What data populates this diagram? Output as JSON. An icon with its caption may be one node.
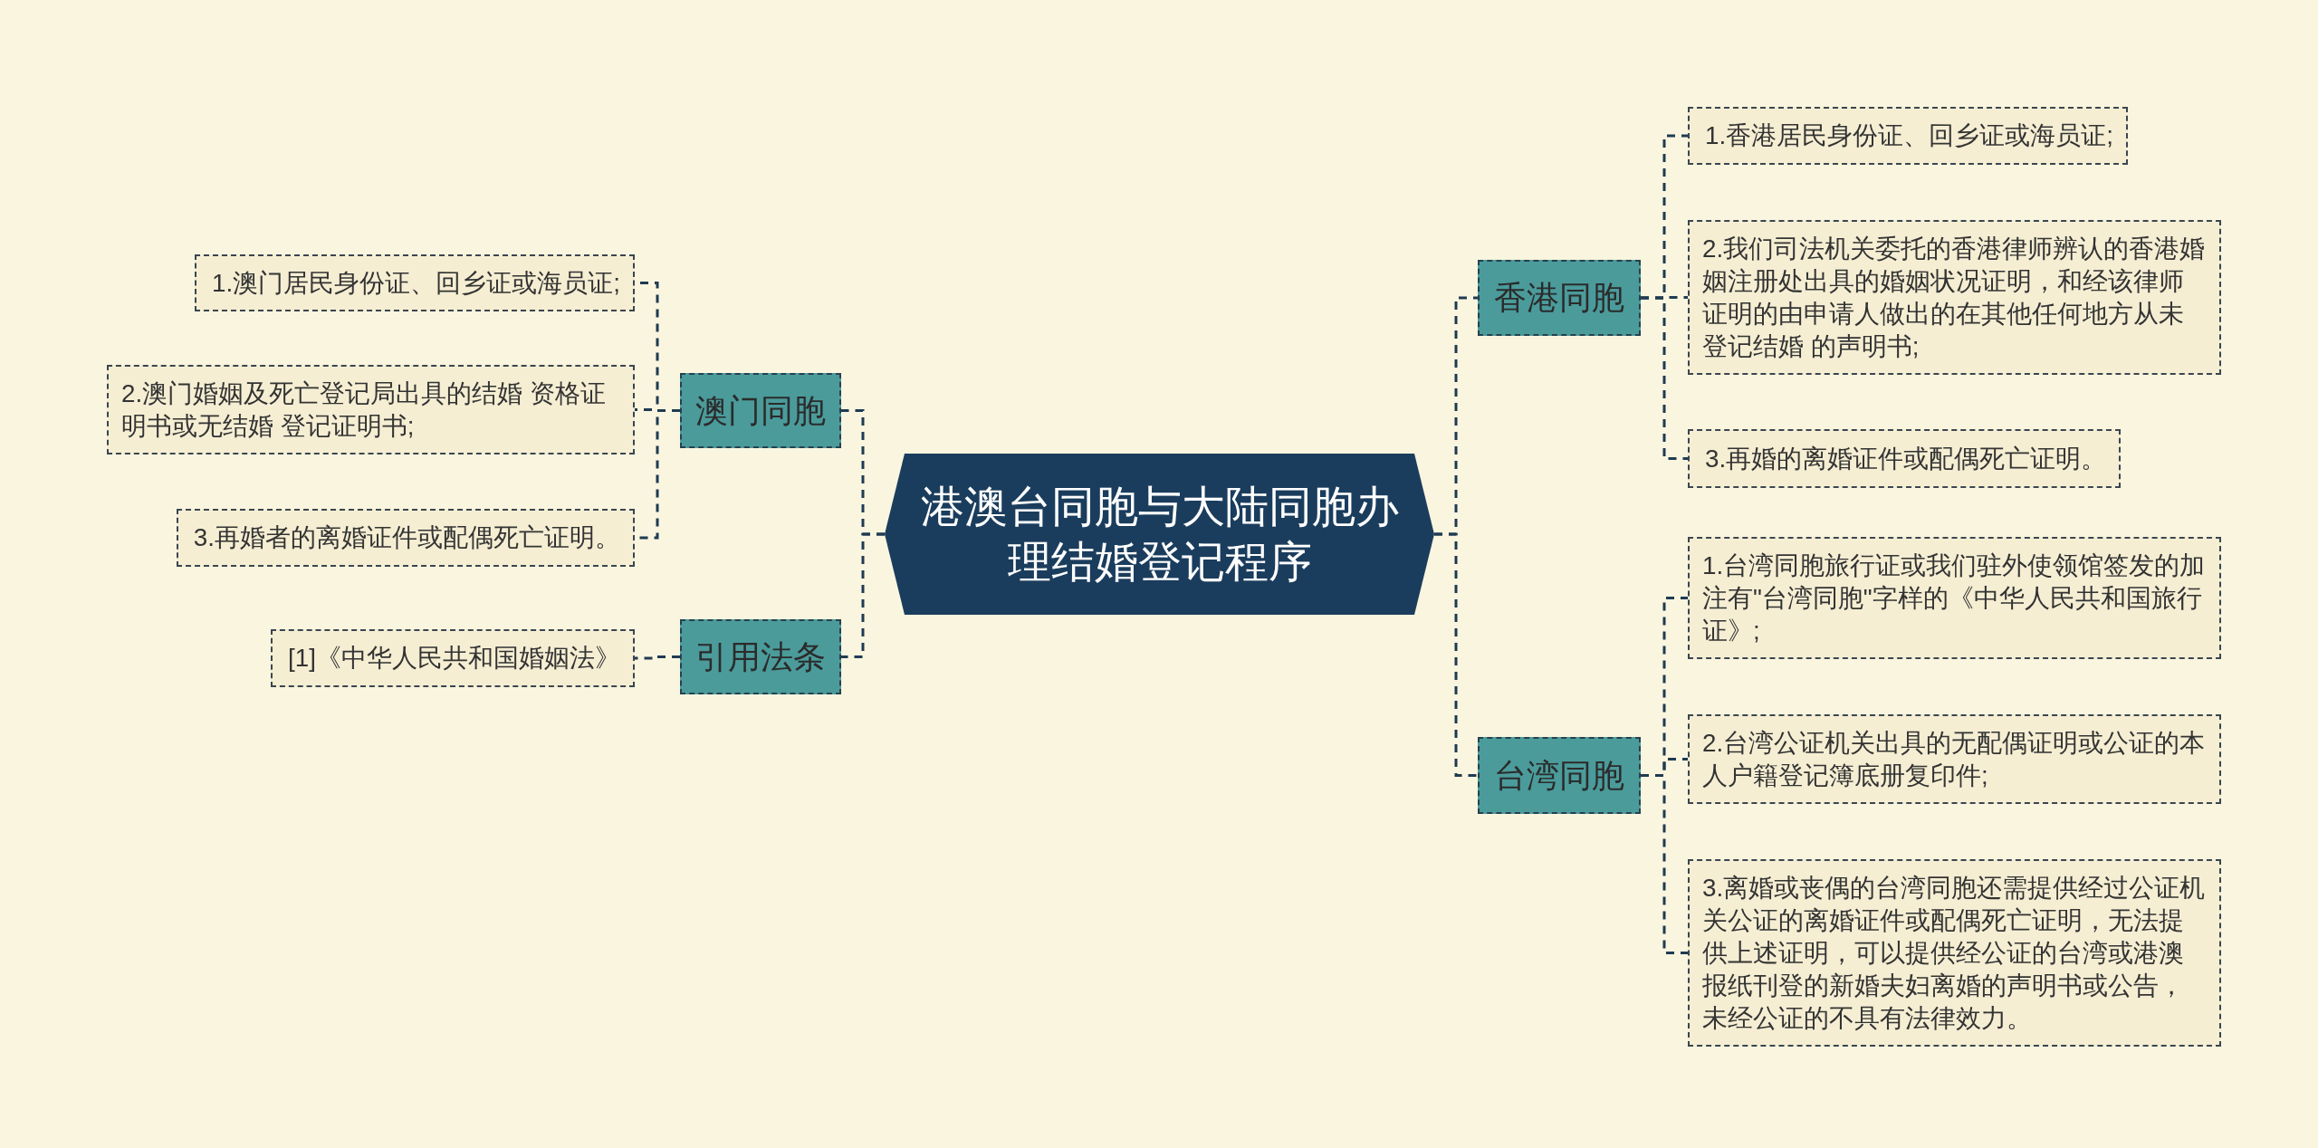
{
  "diagram": {
    "nodes": [
      {
        "text": [
          "港澳台同胞与大陆同胞办理结婚登记程序"
        ]
      },
      {
        "text": [
          "澳门同胞"
        ]
      },
      {
        "text": [
          "1.澳门居民身份证、回乡证或海员证;"
        ]
      },
      {
        "text": [
          "2.澳门婚姻及死亡登记局出具的结婚 资格证明书或无结婚 登记证明书;"
        ]
      },
      {
        "text": [
          "3.再婚者的离婚证件或配偶死亡证明。"
        ]
      },
      {
        "text": [
          "引用法条"
        ]
      },
      {
        "text": [
          "[1]《中华人民共和国婚姻法》"
        ]
      },
      {
        "text": [
          "香港同胞"
        ]
      },
      {
        "text": [
          "1.香港居民身份证、回乡证或海员证;"
        ]
      },
      {
        "text": [
          "2.我们司法机关委托的香港律师辨认的香港婚姻注册处出具的婚姻状况证明，和经该律师证明的由申请人做出的在其他任何地方从未登记结婚 的声明书;"
        ]
      },
      {
        "text": [
          "3.再婚的离婚证件或配偶死亡证明。"
        ]
      },
      {
        "text": [
          "台湾同胞"
        ]
      },
      {
        "text": [
          "1.台湾同胞旅行证或我们驻外使领馆签发的加注有\"台湾同胞\"字样的《中华人民共和国旅行证》;"
        ]
      },
      {
        "text": [
          "2.台湾公证机关出具的无配偶证明或公证的本人户籍登记簿底册复印件;"
        ]
      },
      {
        "text": [
          "3.离婚或丧偶的台湾同胞还需提供经过公证机关公证的离婚证件或配偶死亡证明，无法提供上述证明，可以提供经公证的台湾或港澳报纸刊登的新婚夫妇离婚的声明书或公告，未经公证的不具有法律效力。"
        ]
      }
    ],
    "edges": [
      {
        "from": 0,
        "to": 1,
        "arrow": "none",
        "style": "dashed"
      },
      {
        "from": 1,
        "to": 2,
        "arrow": "none",
        "style": "dashed"
      },
      {
        "from": 1,
        "to": 3,
        "arrow": "none",
        "style": "dashed"
      },
      {
        "from": 1,
        "to": 4,
        "arrow": "none",
        "style": "dashed"
      },
      {
        "from": 0,
        "to": 5,
        "arrow": "none",
        "style": "dashed"
      },
      {
        "from": 5,
        "to": 6,
        "arrow": "none",
        "style": "dashed"
      },
      {
        "from": 0,
        "to": 7,
        "arrow": "none",
        "style": "dashed"
      },
      {
        "from": 7,
        "to": 8,
        "arrow": "none",
        "style": "dashed"
      },
      {
        "from": 7,
        "to": 9,
        "arrow": "none",
        "style": "dashed"
      },
      {
        "from": 7,
        "to": 10,
        "arrow": "none",
        "style": "dashed"
      },
      {
        "from": 0,
        "to": 11,
        "arrow": "none",
        "style": "dashed"
      },
      {
        "from": 11,
        "to": 12,
        "arrow": "none",
        "style": "dashed"
      },
      {
        "from": 11,
        "to": 13,
        "arrow": "none",
        "style": "dashed"
      },
      {
        "from": 11,
        "to": 14,
        "arrow": "none",
        "style": "dashed"
      }
    ]
  }
}
